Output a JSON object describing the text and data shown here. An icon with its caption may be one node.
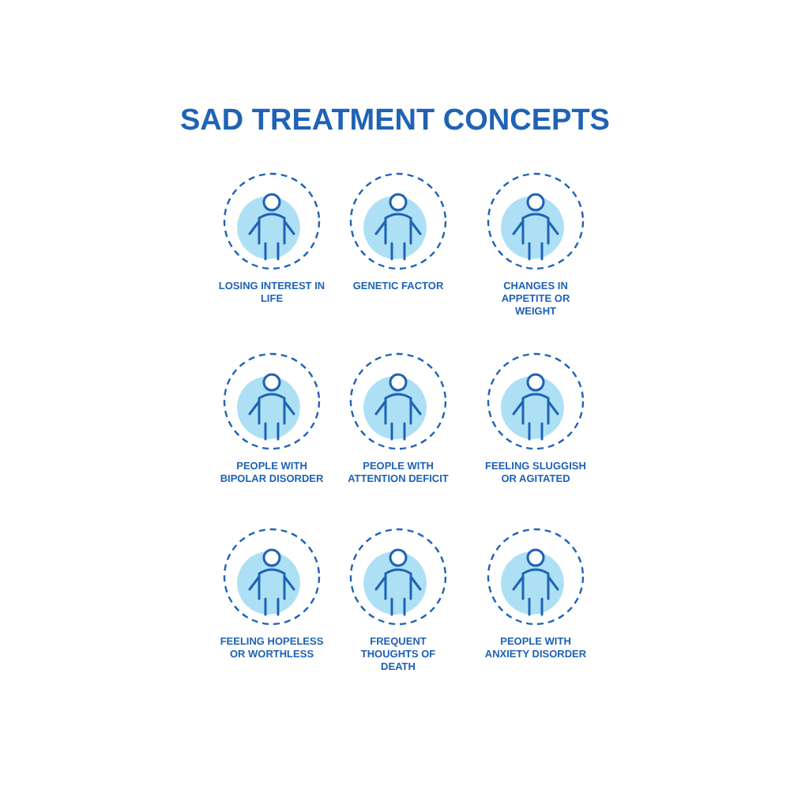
{
  "diagram": {
    "title": "SAD TREATMENT CONCEPTS",
    "nodes": [
      {
        "text": [
          "LOSING INTEREST IN LIFE"
        ]
      },
      {
        "text": [
          "GENETIC FACTOR"
        ]
      },
      {
        "text": [
          "CHANGES IN APPETITE OR WEIGHT"
        ]
      },
      {
        "text": [
          "PEOPLE WITH BIPOLAR DISORDER"
        ]
      },
      {
        "text": [
          "PEOPLE WITH ATTENTION DEFICIT"
        ]
      },
      {
        "text": [
          "FEELING SLUGGISH OR AGITATED"
        ]
      },
      {
        "text": [
          "FEELING HOPELESS OR WORTHLESS"
        ]
      },
      {
        "text": [
          "FREQUENT THOUGHTS OF DEATH"
        ]
      },
      {
        "text": [
          "PEOPLE WITH ANXIETY DISORDER"
        ]
      }
    ],
    "edges": []
  }
}
